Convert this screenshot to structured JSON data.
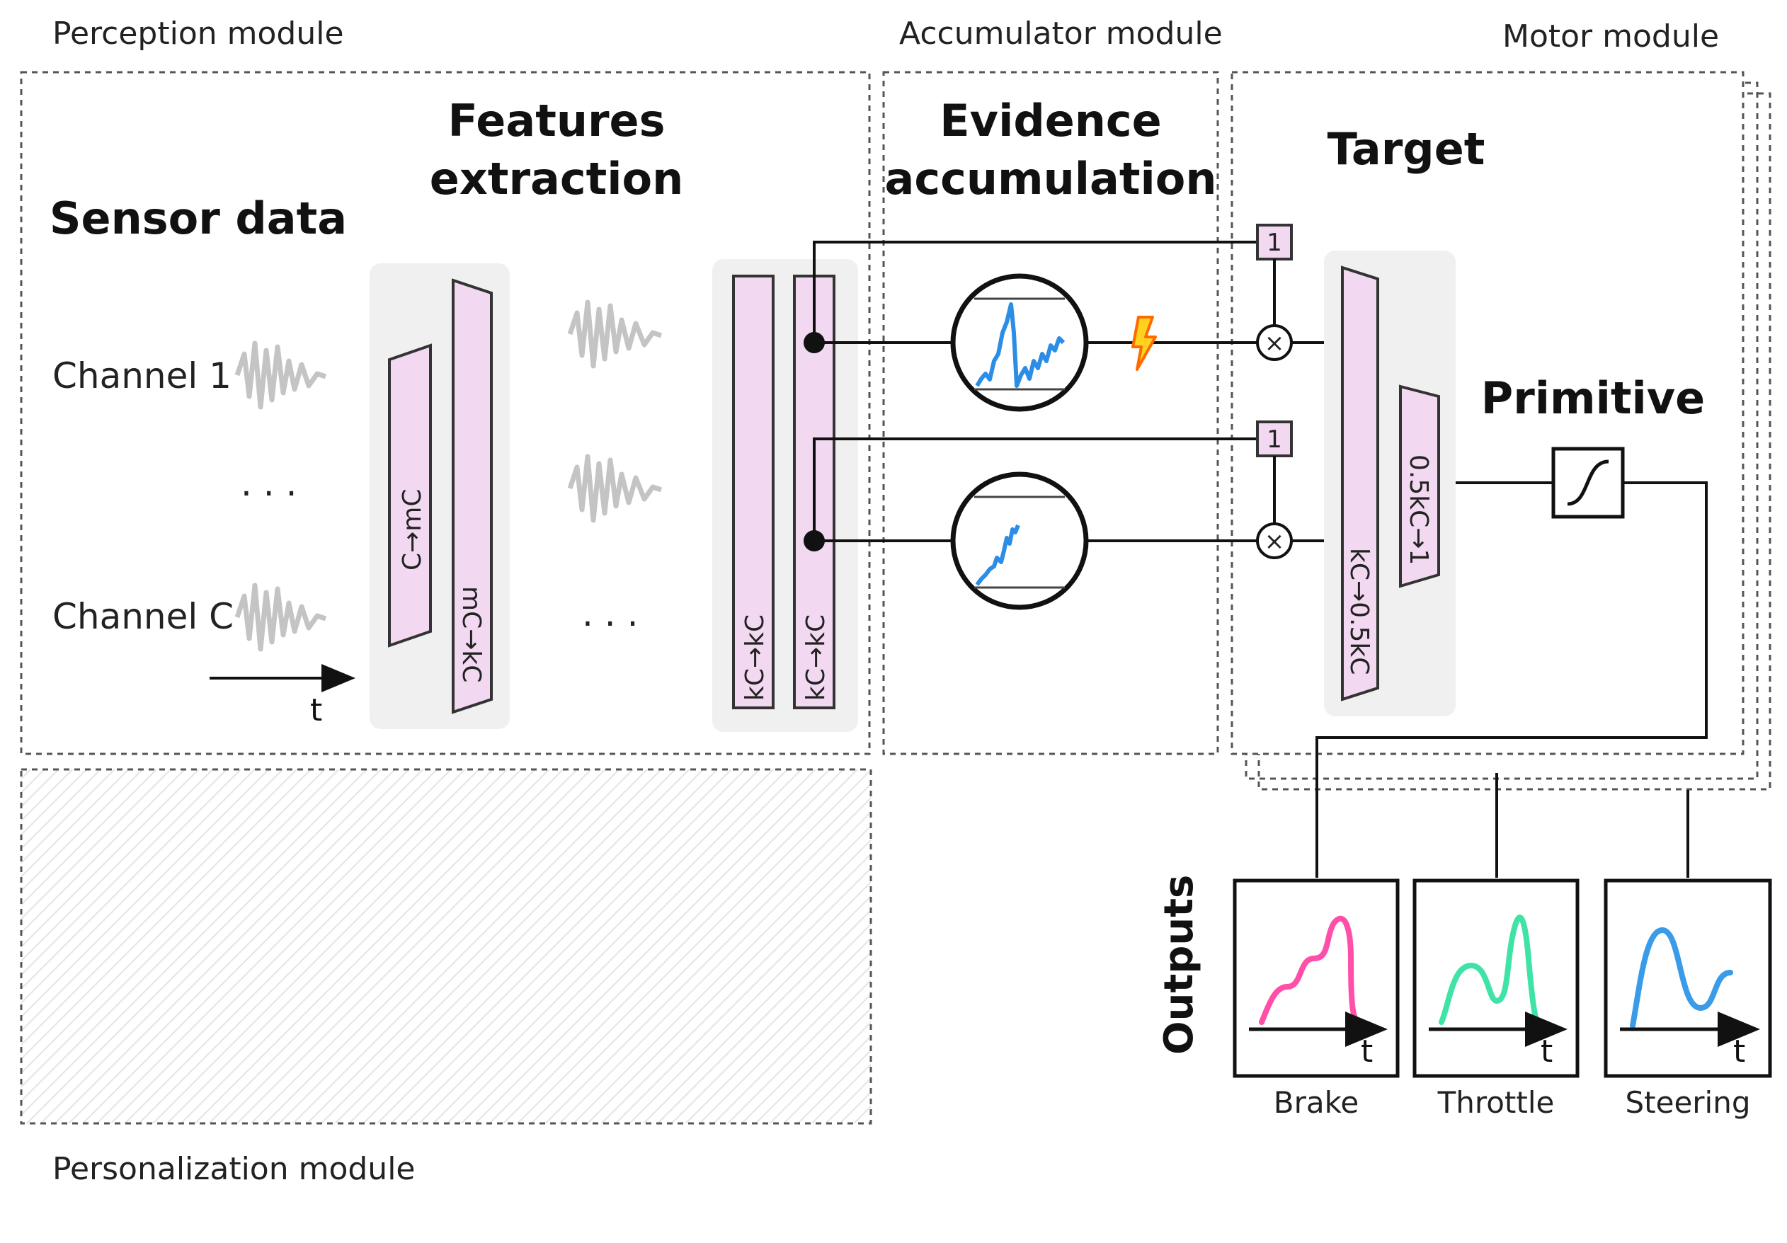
{
  "modules": {
    "perception": "Perception module",
    "accumulator": "Accumulator module",
    "motor": "Motor module",
    "personalization": "Personalization module"
  },
  "headings": {
    "sensor_data": "Sensor data",
    "features_line1": "Features",
    "features_line2": "extraction",
    "evidence_line1": "Evidence",
    "evidence_line2": "accumulation",
    "target": "Target",
    "primitive": "Primitive"
  },
  "channels": {
    "first": "Channel 1",
    "last": "Channel C",
    "ellipsis": ". . .",
    "time": "t"
  },
  "layers": {
    "c_to_mc": "C→mC",
    "mc_to_kc": "mC→kC",
    "ellipsis": ". . .",
    "kc_to_kc_1": "kC→kC",
    "kc_to_kc_2": "kC→kC",
    "kc_to_half": "kC→0.5kC",
    "half_to_one": "0.5kC→1"
  },
  "gates": {
    "one_label": "1",
    "multiply_symbol": "×"
  },
  "outputs": {
    "label": "Outputs",
    "time": "t",
    "items": [
      {
        "name": "Brake",
        "color": "#ff4fa8"
      },
      {
        "name": "Throttle",
        "color": "#3fe3a6"
      },
      {
        "name": "Steering",
        "color": "#3a9be8"
      }
    ]
  },
  "colors": {
    "layer_fill": "#f2d8f0",
    "accumulator_trace": "#2b8de6",
    "group_panel": "#f0f0f0",
    "event_bolt": "#ff8a00"
  }
}
